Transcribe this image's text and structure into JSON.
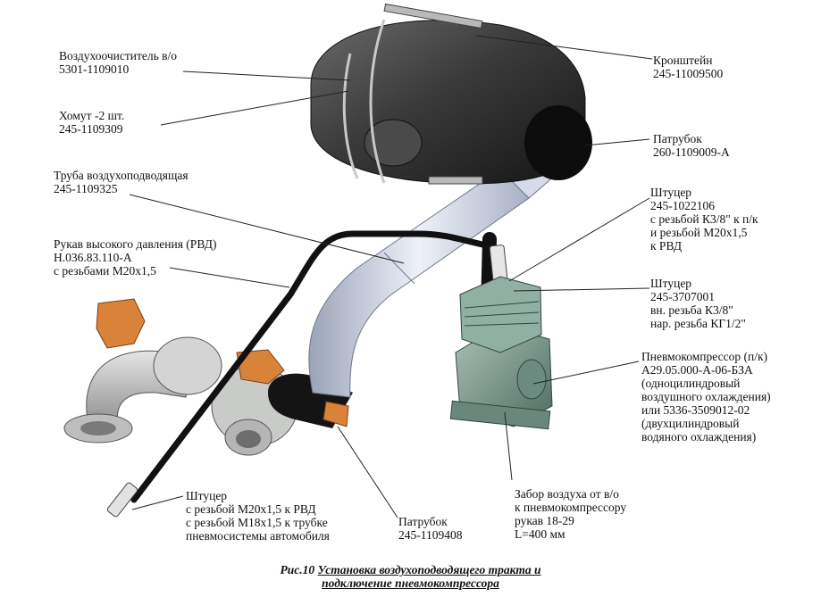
{
  "labels": {
    "air_cleaner": [
      "Воздухоочиститель в/о",
      "5301-1109010"
    ],
    "clamp": [
      "Хомут -2 шт.",
      "245-1109309"
    ],
    "intake_pipe": [
      "Труба воздухоподводящая",
      "245-1109325"
    ],
    "hose": [
      "Рукав высокого давления (РВД)",
      "Н.036.83.110-А",
      "с резьбами М20х1,5"
    ],
    "bracket": [
      "Кронштейн",
      "245-11009500"
    ],
    "top_nozzle": [
      "Патрубок",
      "260-1109009-А"
    ],
    "fitting_top": [
      "Штуцер",
      "245-1022106",
      "с резьбой К3/8\" к п/к",
      "и резьбой М20х1,5",
      "к РВД"
    ],
    "fitting_mid": [
      "Штуцер",
      "245-3707001",
      "вн. резьба К3/8\"",
      "нар. резьба КГ1/2\""
    ],
    "compressor": [
      "Пневмокомпрессор (п/к)",
      "А29.05.000-А-06-БЗА",
      "(одноцилиндровый",
      "воздушного охлаждения)",
      "или 5336-3509012-02",
      "(двухцилиндровый",
      "водяного охлаждения)"
    ],
    "air_intake": [
      "Забор воздуха от в/о",
      "к пневмокомпрессору",
      "рукав 18-29",
      "L=400 мм"
    ],
    "bottom_nozzle": [
      "Патрубок",
      "245-1109408"
    ],
    "fitting_bottom": [
      "Штуцер",
      "с резьбой М20х1,5 к РВД",
      "с резьбой М18х1,5 к трубке",
      "пневмосистемы автомобиля"
    ]
  },
  "caption": {
    "prefix": "Рис.10",
    "title_line1": "Установка воздухоподводящего тракта и",
    "title_line2": "подключение пневмокомпрессора"
  },
  "colors": {
    "cleaner_body": "#2e2e2e",
    "pipe": "#cfd6e6",
    "hose": "#111111",
    "compressor": "#7f9c90",
    "turbo_housing": "#c9cbc9",
    "orange_part": "#d9823a"
  }
}
